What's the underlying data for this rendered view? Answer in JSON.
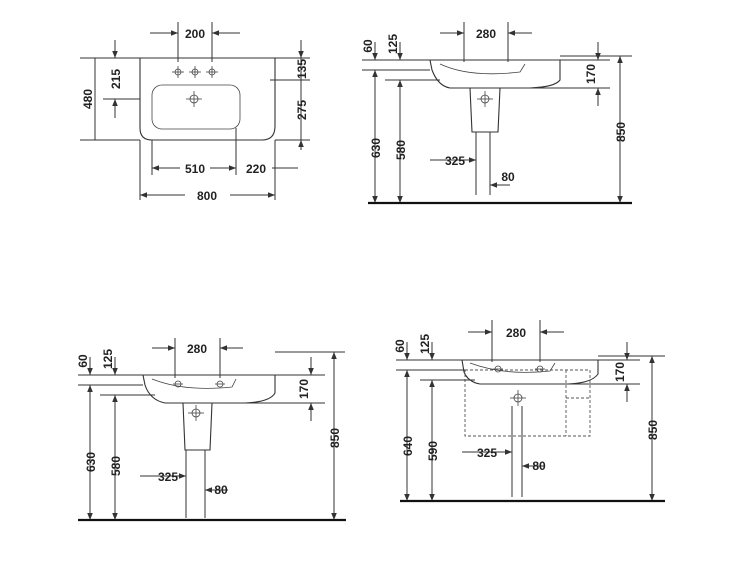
{
  "top_view": {
    "width_top": "200",
    "left_upper": "215",
    "left_total": "480",
    "right_upper": "135",
    "right_lower": "275",
    "bottom_mid": "510",
    "bottom_right": "220",
    "bottom_total": "800"
  },
  "side_view_a": {
    "v60": "60",
    "v125": "125",
    "w280": "280",
    "v170": "170",
    "v630": "630",
    "v580": "580",
    "w325": "325",
    "w80": "80",
    "v850": "850"
  },
  "side_view_b": {
    "v60": "60",
    "v125": "125",
    "w280": "280",
    "v170": "170",
    "v630": "630",
    "v580": "580",
    "w325": "325",
    "w80": "80",
    "v850": "850"
  },
  "side_view_c": {
    "v60": "60",
    "v125": "125",
    "w280": "280",
    "v170": "170",
    "v640": "640",
    "v590": "590",
    "w325": "325",
    "w80": "80",
    "v850": "850"
  }
}
